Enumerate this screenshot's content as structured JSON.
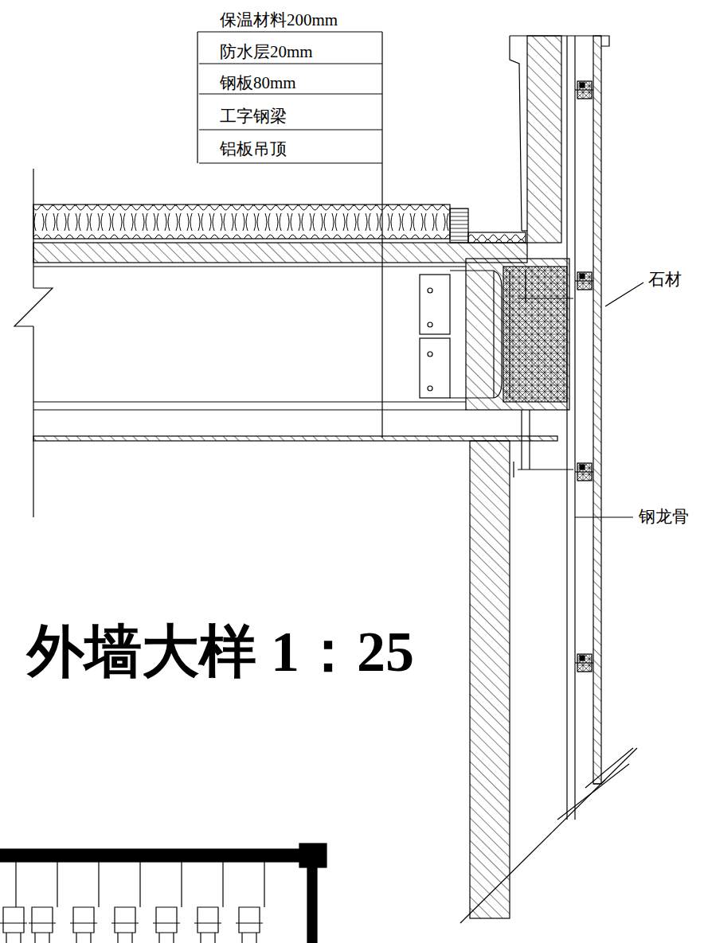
{
  "diagram": {
    "title": "外墙大样 1：25",
    "labels": [
      "保温材料200mm",
      "防水层20mm",
      "钢板80mm",
      "工字钢梁",
      "铝板吊顶",
      "石材",
      "钢龙骨"
    ]
  }
}
